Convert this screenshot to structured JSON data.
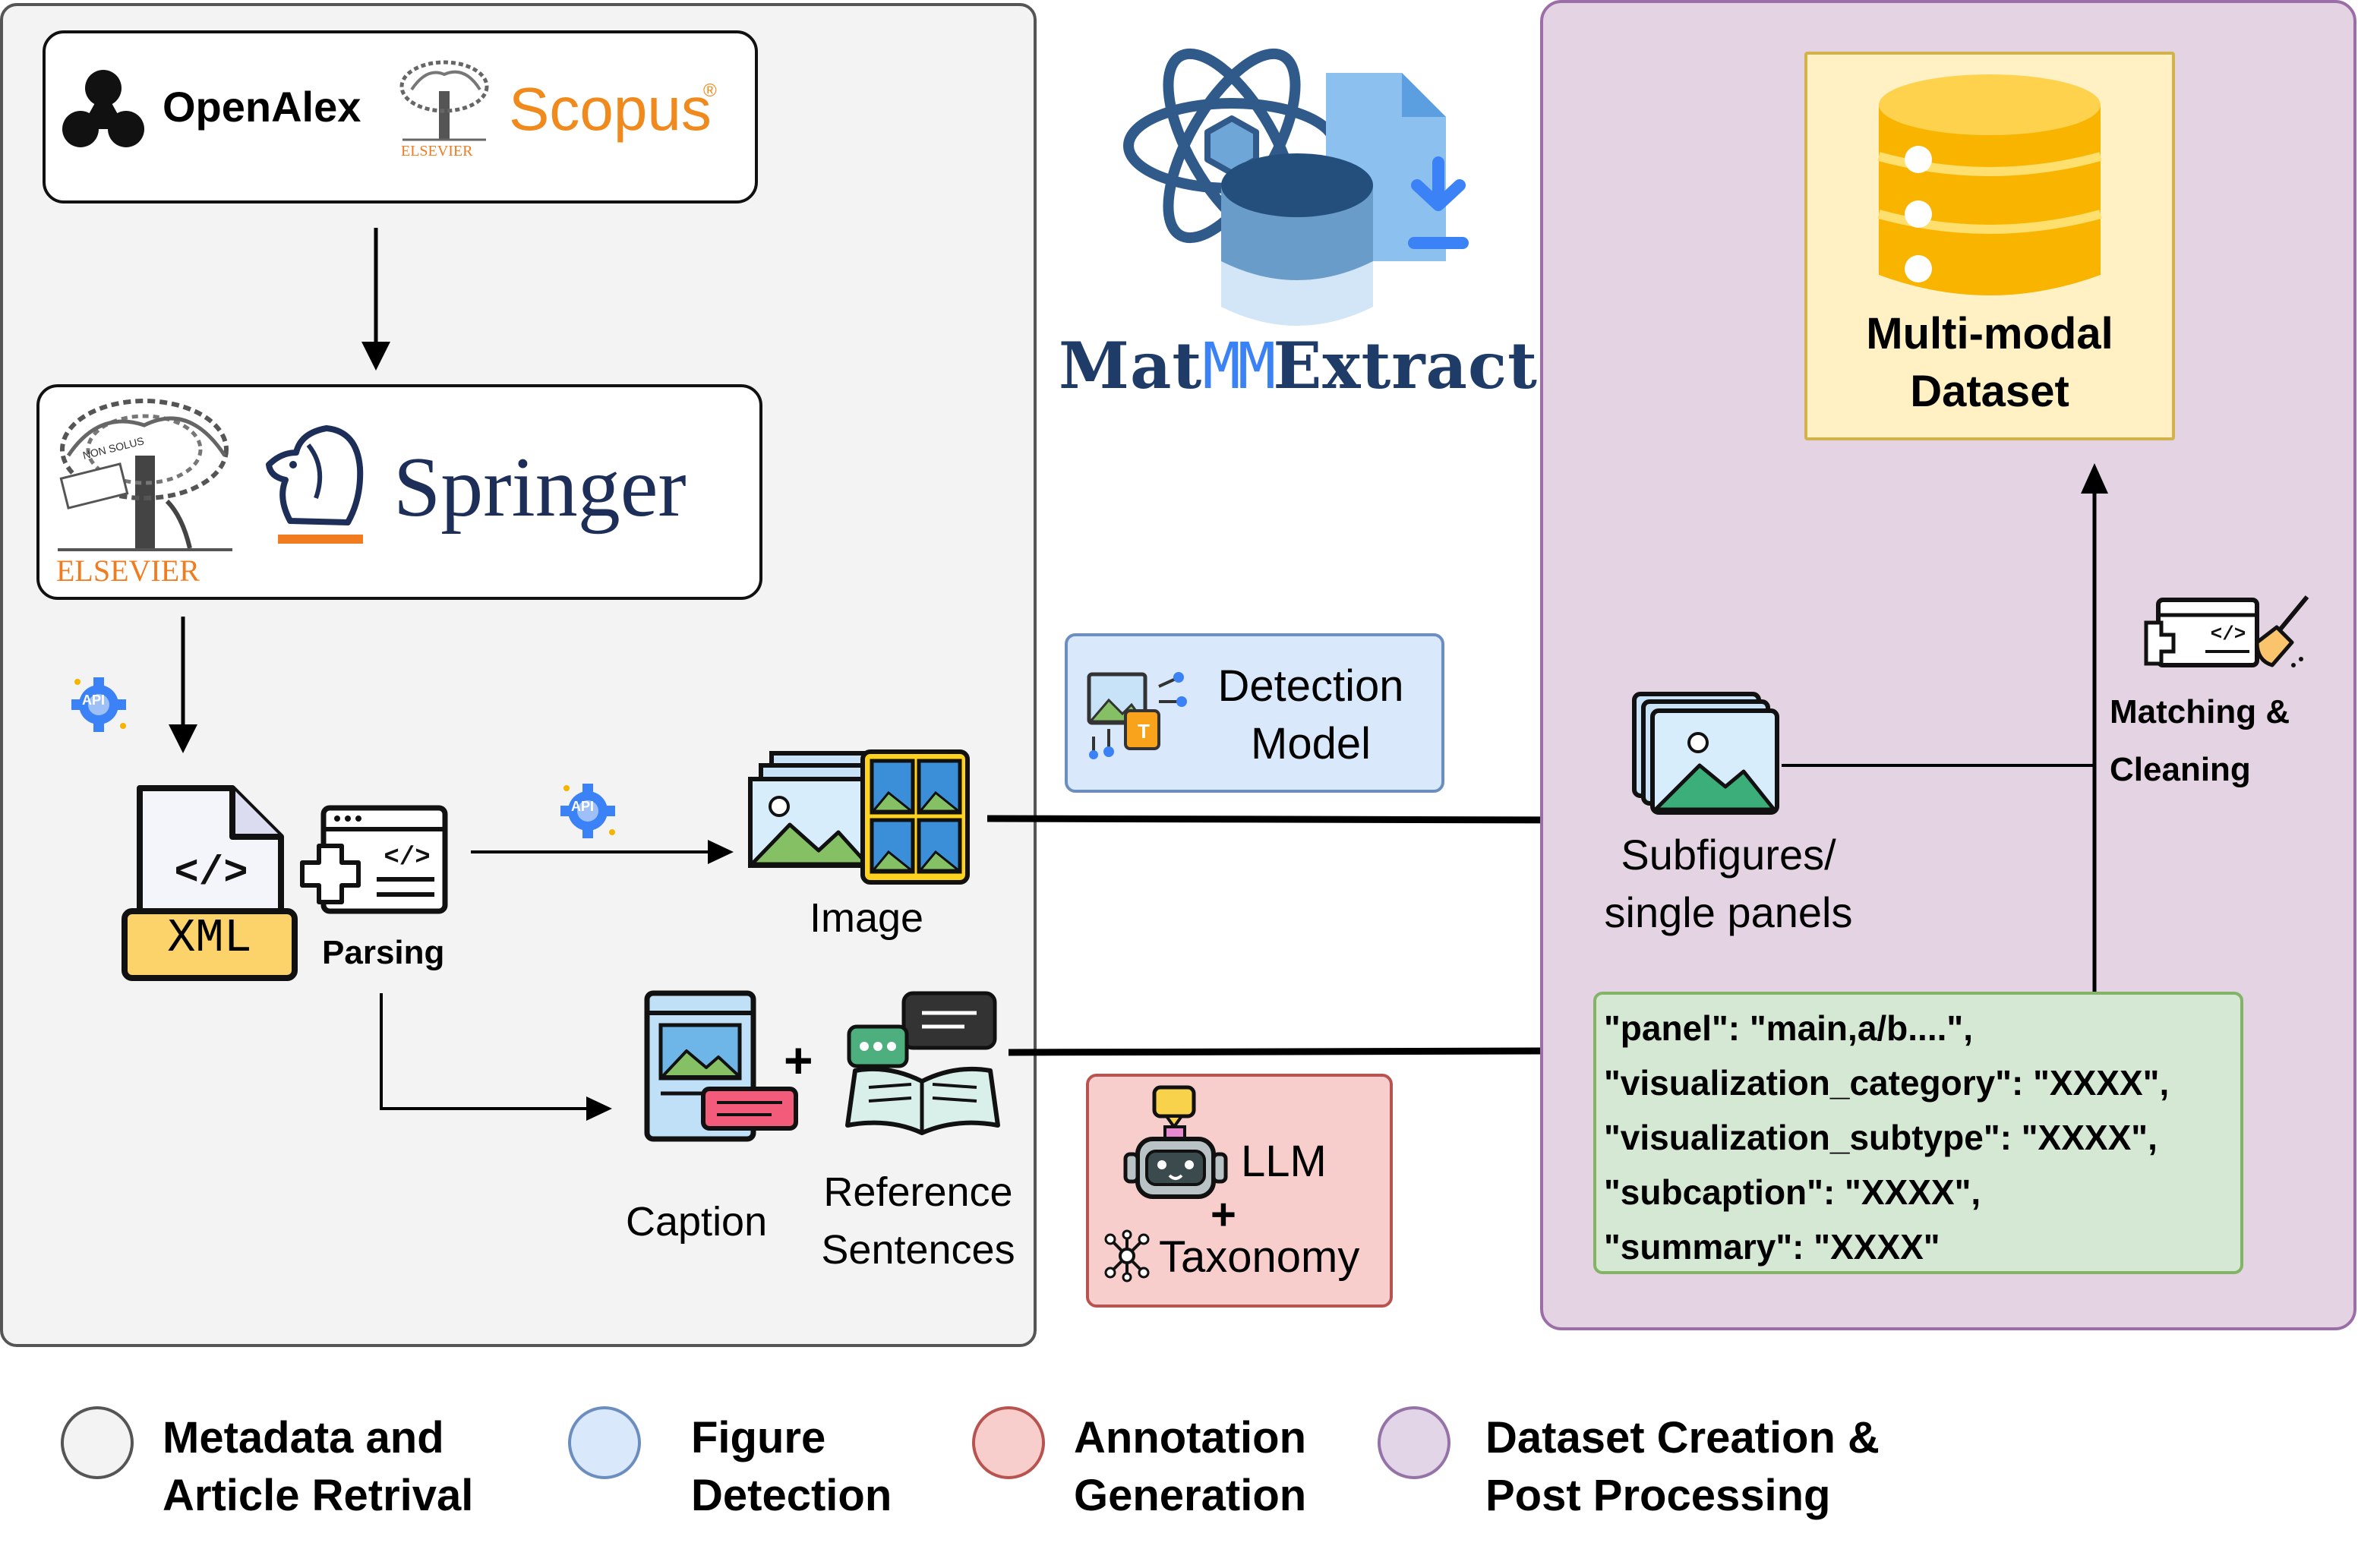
{
  "sources": {
    "openalex": "OpenAlex",
    "scopus": "Scopus",
    "scopus_mark": "®",
    "elsevier_small": "ELSEVIER",
    "springer": "Springer",
    "elsevier_large": "ELSEVIER",
    "non_solus": "NON SOLUS"
  },
  "pipeline": {
    "api_badge": "API",
    "xml_label": "XML",
    "parsing_label": "Parsing",
    "image_label": "Image",
    "caption_label": "Caption",
    "plus": "+",
    "reference_line1": "Reference",
    "reference_line2": "Sentences"
  },
  "logo": {
    "name_part1": "Mat",
    "name_part2": "MM",
    "name_part3": "Extract"
  },
  "detection": {
    "line1": "Detection",
    "line2": "Model",
    "icon_letter": "T"
  },
  "annotation": {
    "llm": "LLM",
    "plus": "+",
    "taxonomy": "Taxonomy"
  },
  "dataset": {
    "title_line1": "Multi-modal",
    "title_line2": "Dataset",
    "matching_line1": "Matching &",
    "matching_line2": "Cleaning",
    "subfig_line1": "Subfigures/",
    "subfig_line2": "single panels",
    "json_lines": [
      "\"panel\": \"main,a/b....\",",
      "\"visualization_category\": \"XXXX\",",
      "\"visualization_subtype\": \"XXXX\",",
      "\"subcaption\": \"XXXX\",",
      "\"summary\": \"XXXX\""
    ]
  },
  "legend": [
    {
      "line1": "Metadata and",
      "line2": "Article Retrival",
      "fill": "#f3f3f3",
      "stroke": "#555555"
    },
    {
      "line1": "Figure",
      "line2": "Detection",
      "fill": "#dae8fc",
      "stroke": "#6c8ebf"
    },
    {
      "line1": "Annotation",
      "line2": "Generation",
      "fill": "#f8cecc",
      "stroke": "#b85450"
    },
    {
      "line1": "Dataset Creation &",
      "line2": "Post Processing",
      "fill": "#e1d5e7",
      "stroke": "#9673a6"
    }
  ],
  "colors": {
    "brand_navy": "#1f3c68",
    "brand_blue": "#3b82f6",
    "scopus_orange": "#f08a1c",
    "elsevier_orange": "#f07c1f",
    "springer_navy": "#1d2e58"
  }
}
